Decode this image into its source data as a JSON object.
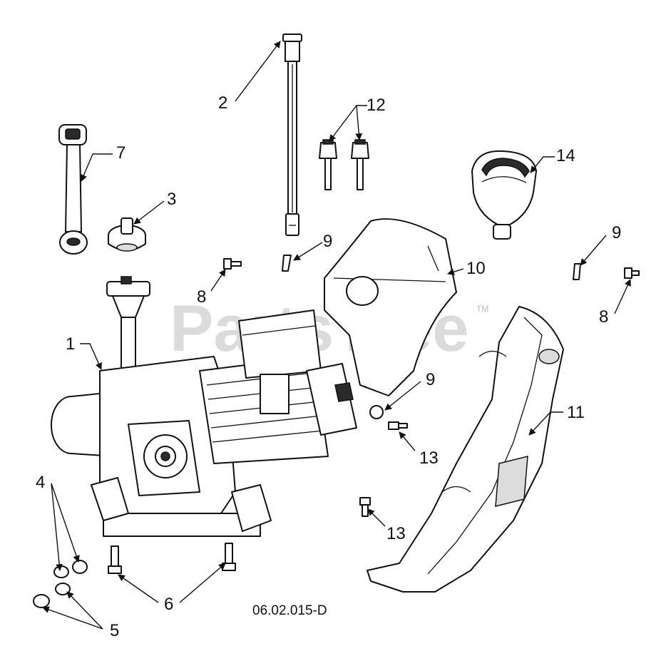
{
  "diagram": {
    "callouts": [
      "1",
      "2",
      "3",
      "4",
      "5",
      "6",
      "7",
      "8",
      "8",
      "9",
      "9",
      "9",
      "10",
      "11",
      "12",
      "13",
      "13",
      "14"
    ],
    "drawing_code": "06.02.015-D",
    "watermark": "PartsTree",
    "watermark_tm": "TM"
  }
}
